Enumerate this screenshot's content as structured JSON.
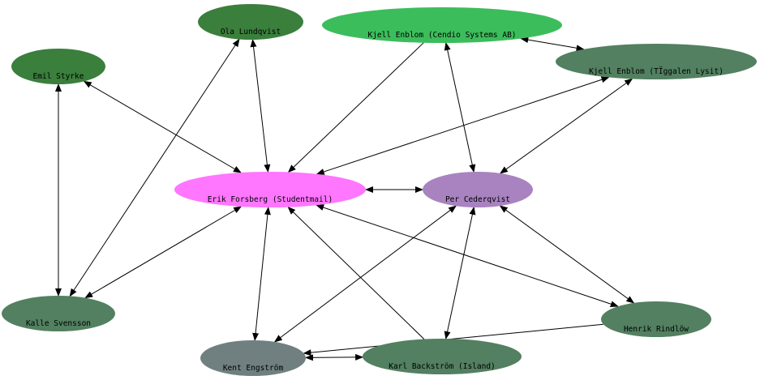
{
  "graph": {
    "nodes": [
      {
        "id": "ola",
        "label": "Ola Lundqvist",
        "color": "#3a7f3c"
      },
      {
        "id": "kjell_cendio",
        "label": "Kjell Enblom (Cendio Systems AB)",
        "color": "#3cbd5c"
      },
      {
        "id": "emil",
        "label": "Emil Styrke",
        "color": "#3a7f3c"
      },
      {
        "id": "kjell_lysit",
        "label": "Kjell Enblom (TÏggalen Lysit)",
        "color": "#528060"
      },
      {
        "id": "erik",
        "label": "Erik Forsberg (Studentmail)",
        "color": "#ff76ff"
      },
      {
        "id": "per",
        "label": "Per Cederqvist",
        "color": "#a883c0"
      },
      {
        "id": "kalle",
        "label": "Kalle Svensson",
        "color": "#528060"
      },
      {
        "id": "henrik",
        "label": "Henrik Rindlöw",
        "color": "#528060"
      },
      {
        "id": "kent",
        "label": "Kent Engström",
        "color": "#708080"
      },
      {
        "id": "karl",
        "label": "Karl Backström (Island)",
        "color": "#528060"
      }
    ],
    "edges": [
      {
        "from": "ola",
        "to": "erik",
        "bidirectional": true
      },
      {
        "from": "ola",
        "to": "kalle",
        "bidirectional": true
      },
      {
        "from": "emil",
        "to": "erik",
        "bidirectional": true
      },
      {
        "from": "emil",
        "to": "kalle",
        "bidirectional": true
      },
      {
        "from": "kjell_cendio",
        "to": "erik",
        "bidirectional": false
      },
      {
        "from": "kjell_cendio",
        "to": "per",
        "bidirectional": true
      },
      {
        "from": "kjell_cendio",
        "to": "kjell_lysit",
        "bidirectional": true
      },
      {
        "from": "kjell_lysit",
        "to": "erik",
        "bidirectional": true
      },
      {
        "from": "kjell_lysit",
        "to": "per",
        "bidirectional": true
      },
      {
        "from": "erik",
        "to": "per",
        "bidirectional": true
      },
      {
        "from": "erik",
        "to": "kalle",
        "bidirectional": true
      },
      {
        "from": "erik",
        "to": "kent",
        "bidirectional": true
      },
      {
        "from": "erik",
        "to": "henrik",
        "bidirectional": true
      },
      {
        "from": "karl",
        "to": "erik",
        "bidirectional": false
      },
      {
        "from": "per",
        "to": "kent",
        "bidirectional": true
      },
      {
        "from": "per",
        "to": "karl",
        "bidirectional": true
      },
      {
        "from": "per",
        "to": "henrik",
        "bidirectional": true
      },
      {
        "from": "kent",
        "to": "karl",
        "bidirectional": true
      },
      {
        "from": "henrik",
        "to": "kent",
        "bidirectional": false
      }
    ]
  }
}
